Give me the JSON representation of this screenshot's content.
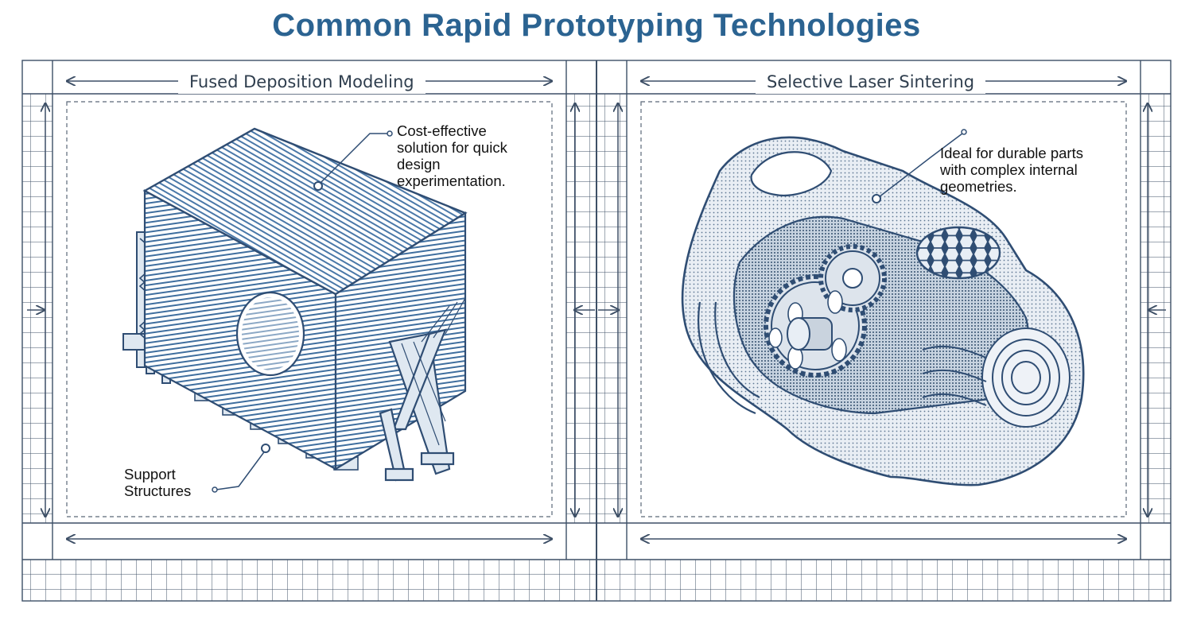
{
  "title": "Common Rapid Prototyping Technologies",
  "colors": {
    "title": "#2b6391",
    "ink": "#2f4d73",
    "blue": "#3f6e9e",
    "grid": "#3d4f66"
  },
  "panels": [
    {
      "heading": "Fused Deposition Modeling",
      "illustration": "fdm-layered-block-icon",
      "callouts": [
        {
          "lines": [
            "Cost-effective",
            "solution for quick",
            "design",
            "experimentation."
          ]
        },
        {
          "lines": [
            "Support",
            "Structures"
          ]
        }
      ]
    },
    {
      "heading": "Selective Laser Sintering",
      "illustration": "sls-cutaway-gear-housing-icon",
      "callouts": [
        {
          "lines": [
            "Ideal for durable parts",
            "with complex internal",
            "geometries."
          ]
        }
      ]
    }
  ]
}
